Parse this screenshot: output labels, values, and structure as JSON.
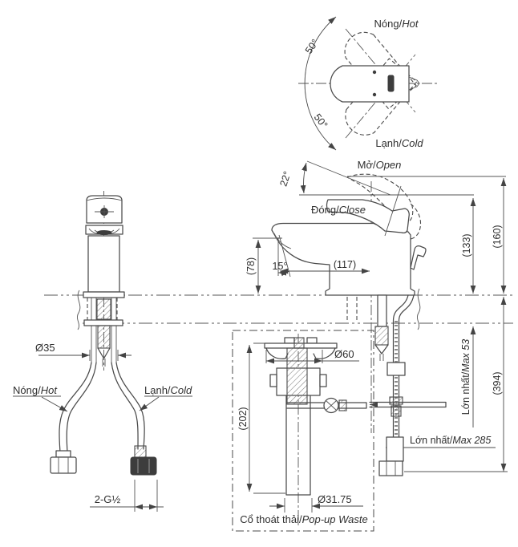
{
  "drawing": {
    "title": "Basin mixer faucet installation dimension drawing",
    "top_view": {
      "hot_vi": "Nóng/",
      "hot_en": "Hot",
      "cold_vi": "Lạnh/",
      "cold_en": "Cold",
      "swing_angle_upper": "50°",
      "swing_angle_lower": "50°"
    },
    "side_view": {
      "open_vi": "Mở/",
      "open_en": "Open",
      "close_vi": "Đóng/",
      "close_en": "Close",
      "lever_angle": "22°",
      "spout_angle": "15°",
      "spout_reach": "(117)",
      "spout_height": "(78)",
      "height_closed": "(133)",
      "height_open": "(160)",
      "depth_below": "(394)",
      "max_deck_vi": "Lớn nhất/",
      "max_deck_en": "Max 53",
      "max_rod_vi": "Lớn nhất/",
      "max_rod_en": "Max 285"
    },
    "front_view": {
      "hole_dia": "Ø35",
      "hot_vi": "Nóng/",
      "hot_en": "Hot",
      "cold_vi": "Lạnh/",
      "cold_en": "Cold",
      "thread": "2-G½"
    },
    "popup_view": {
      "flange_dia": "Ø60",
      "height": "(202)",
      "pipe_dia": "Ø31.75",
      "label_vi": "Cổ thoát thải/",
      "label_en": "Pop-up Waste"
    }
  },
  "colors": {
    "line": "#4a4a4a",
    "text": "#2f2f2f",
    "background": "#ffffff"
  }
}
